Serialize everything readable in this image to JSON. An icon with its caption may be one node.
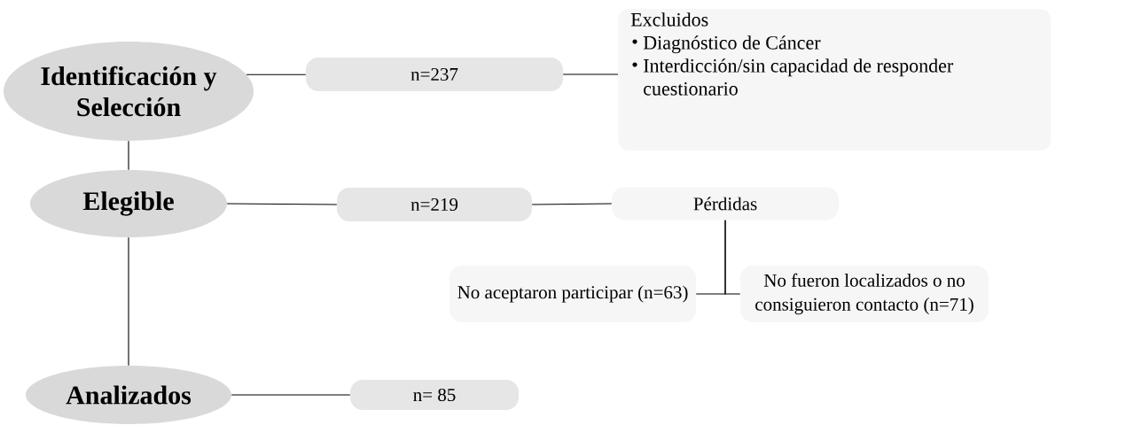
{
  "diagram": {
    "nodes": [
      {
        "text": [
          "Identificación y Selección"
        ]
      },
      {
        "text": [
          "n=237"
        ]
      },
      {
        "text": [
          "Excluidos",
          "Diagnóstico de Cáncer",
          "Interdicción/sin capacidad de responder cuestionario"
        ]
      },
      {
        "text": [
          "Elegible"
        ]
      },
      {
        "text": [
          "n=219"
        ]
      },
      {
        "text": [
          "Pérdidas"
        ]
      },
      {
        "text": [
          "No aceptaron participar (n=63)"
        ]
      },
      {
        "text": [
          "No fueron localizados o no consiguieron contacto (n=71)"
        ]
      },
      {
        "text": [
          "Analizados"
        ]
      },
      {
        "text": [
          "n= 85"
        ]
      }
    ],
    "edges": [
      {
        "from": 0,
        "to": 1,
        "arrow": "none"
      },
      {
        "from": 1,
        "to": 2,
        "arrow": "none"
      },
      {
        "from": 0,
        "to": 3,
        "arrow": "none"
      },
      {
        "from": 3,
        "to": 4,
        "arrow": "none"
      },
      {
        "from": 4,
        "to": 5,
        "arrow": "none"
      },
      {
        "from": 5,
        "to": 6,
        "arrow": "none"
      },
      {
        "from": 5,
        "to": 7,
        "arrow": "none"
      },
      {
        "from": 3,
        "to": 8,
        "arrow": "none"
      },
      {
        "from": 8,
        "to": 9,
        "arrow": "none"
      }
    ]
  }
}
